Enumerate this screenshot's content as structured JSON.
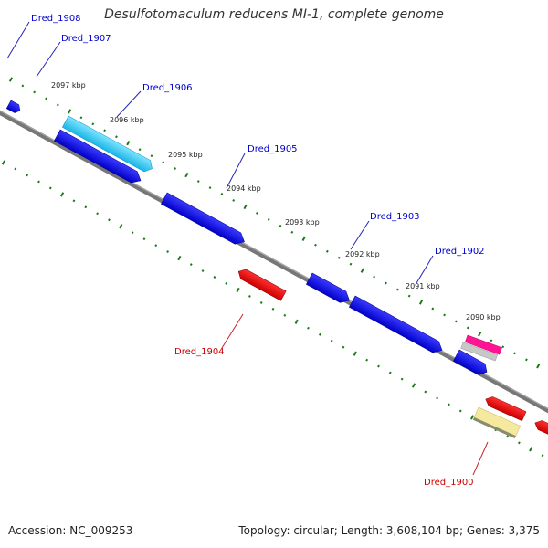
{
  "title": "Desulfotomaculum reducens MI-1, complete genome",
  "footer": {
    "accession": "Accession: NC_009253",
    "topology": "Topology: circular; Length: 3,608,104 bp; Genes: 3,375"
  },
  "colors": {
    "forward_gene": "#0000ee",
    "reverse_gene": "#ee0000",
    "label_forward": "#0000cc",
    "label_reverse": "#cc0000",
    "backbone": "#777777",
    "tick": "#1a7a1a"
  },
  "kbp_ticks": [
    "2097 kbp",
    "2096 kbp",
    "2095 kbp",
    "2094 kbp",
    "2093 kbp",
    "2092 kbp",
    "2091 kbp",
    "2090 kbp"
  ],
  "gene_labels": {
    "forward": [
      "Dred_1908",
      "Dred_1907",
      "Dred_1906",
      "Dred_1905",
      "Dred_1903",
      "Dred_1902"
    ],
    "reverse": [
      "Dred_1904",
      "Dred_1900"
    ]
  }
}
